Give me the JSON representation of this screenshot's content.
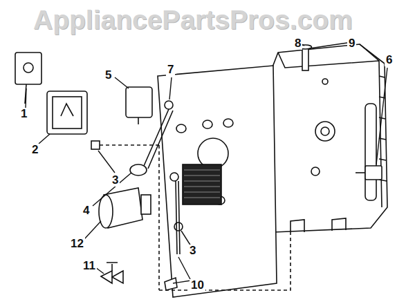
{
  "diagram": {
    "labels": [
      "AppliancePartsPros.com",
      "1",
      "2",
      "3",
      "4",
      "5",
      "6",
      "7",
      "8",
      "9",
      "10",
      "11",
      "12",
      "3"
    ]
  }
}
